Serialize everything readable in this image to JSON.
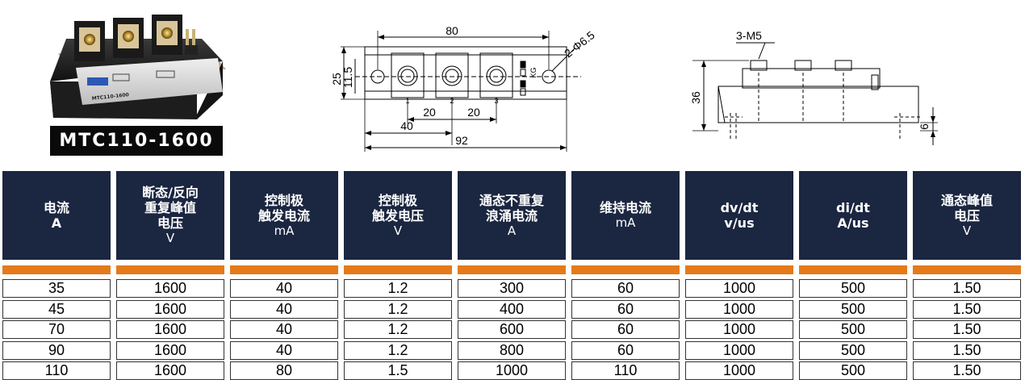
{
  "product": {
    "model_label": "MTC110-1600",
    "photo_brand_text": "MTC110-1600"
  },
  "drawing_top": {
    "dim_80": "80",
    "dim_hole": "2-Φ6.5",
    "dim_25": "25",
    "dim_11_5": "11.5",
    "dim_20a": "20",
    "dim_20b": "20",
    "dim_40": "40",
    "dim_92": "92",
    "pin_1": "1",
    "pin_2": "2",
    "pin_3": "3",
    "pins_kg": "KG"
  },
  "drawing_side": {
    "screws": "3-M5",
    "dim_36": "36",
    "dim_6": "6"
  },
  "table": {
    "columns": [
      {
        "lines": [
          "电流",
          "A"
        ],
        "unit": ""
      },
      {
        "lines": [
          "断态/反向",
          "重复峰值",
          "电压"
        ],
        "unit": "V"
      },
      {
        "lines": [
          "控制极",
          "触发电流"
        ],
        "unit": "mA"
      },
      {
        "lines": [
          "控制极",
          "触发电压"
        ],
        "unit": "V"
      },
      {
        "lines": [
          "通态不重复",
          "浪涌电流"
        ],
        "unit": "A"
      },
      {
        "lines": [
          "维持电流"
        ],
        "unit": "mA"
      },
      {
        "lines": [
          "dv/dt",
          "v/us"
        ],
        "unit": ""
      },
      {
        "lines": [
          "di/dt",
          "A/us"
        ],
        "unit": ""
      },
      {
        "lines": [
          "通态峰值",
          "电压"
        ],
        "unit": "V"
      }
    ],
    "rows": [
      [
        "35",
        "1600",
        "40",
        "1.2",
        "300",
        "60",
        "1000",
        "500",
        "1.50"
      ],
      [
        "45",
        "1600",
        "40",
        "1.2",
        "400",
        "60",
        "1000",
        "500",
        "1.50"
      ],
      [
        "70",
        "1600",
        "40",
        "1.2",
        "600",
        "60",
        "1000",
        "500",
        "1.50"
      ],
      [
        "90",
        "1600",
        "40",
        "1.2",
        "800",
        "60",
        "1000",
        "500",
        "1.50"
      ],
      [
        "110",
        "1600",
        "80",
        "1.5",
        "1000",
        "110",
        "1000",
        "500",
        "1.50"
      ]
    ]
  },
  "colors": {
    "header_bg": "#1b2640",
    "accent_orange": "#e47a1a"
  }
}
